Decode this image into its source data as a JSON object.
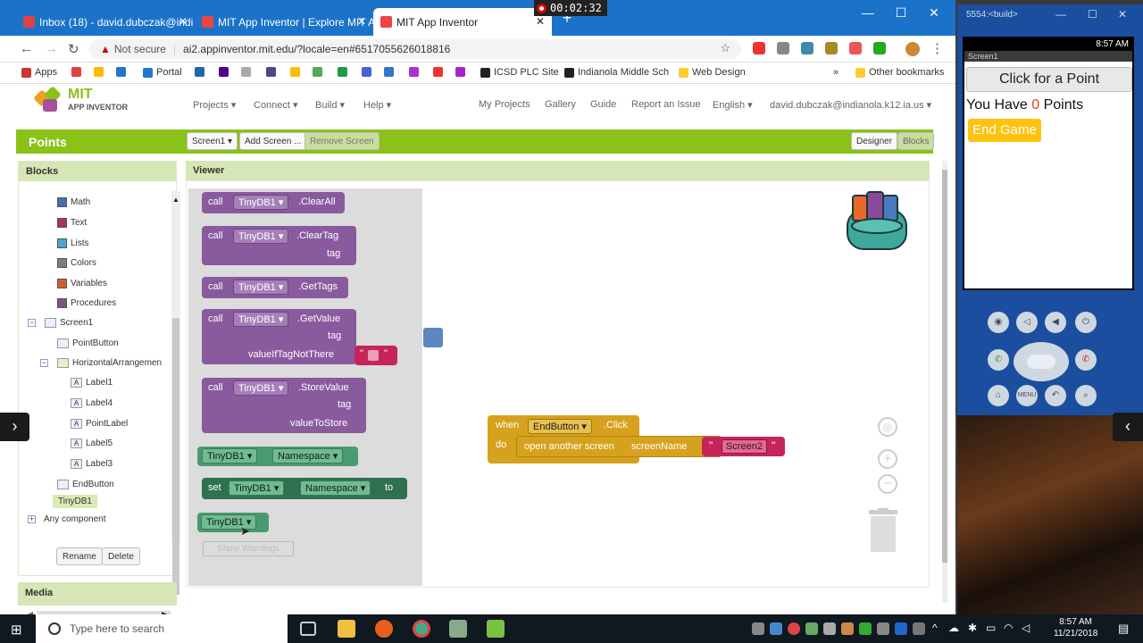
{
  "recorder": {
    "time": "00:02:32"
  },
  "tabs": [
    {
      "label": "Inbox (18) - david.dubczak@indi",
      "color": "#d44"
    },
    {
      "label": "MIT App Inventor | Explore MIT A",
      "color": "#e44"
    },
    {
      "label": "MIT App Inventor",
      "color": "#e44"
    }
  ],
  "address": {
    "warning": "Not secure",
    "url": "ai2.appinventor.mit.edu/?locale=en#6517055626018816"
  },
  "bookmarks": [
    "Apps",
    "Portal",
    "ICSD PLC Site",
    "Indianola Middle Sch",
    "Web Design",
    "Other bookmarks"
  ],
  "logo": {
    "line1": "MIT",
    "line2": "APP INVENTOR"
  },
  "menu": {
    "left": [
      "Projects ▾",
      "Connect ▾",
      "Build ▾",
      "Help ▾"
    ],
    "right": [
      "My Projects",
      "Gallery",
      "Guide",
      "Report an Issue",
      "English ▾",
      "david.dubczak@indianola.k12.ia.us ▾"
    ]
  },
  "project": {
    "name": "Points",
    "screen": "Screen1 ▾",
    "add_screen": "Add Screen ...",
    "remove_screen": "Remove Screen",
    "designer": "Designer",
    "blocks": "Blocks"
  },
  "blocks_panel": {
    "title": "Blocks",
    "builtins": [
      {
        "label": "Math",
        "color": "#3f71b5"
      },
      {
        "label": "Text",
        "color": "#b32d5e"
      },
      {
        "label": "Lists",
        "color": "#49a6d4"
      },
      {
        "label": "Colors",
        "color": "#7d7d7d"
      },
      {
        "label": "Variables",
        "color": "#d05f2d"
      },
      {
        "label": "Procedures",
        "color": "#7c5385"
      }
    ],
    "components": [
      "Screen1",
      "PointButton",
      "HorizontalArrangemen",
      "Label1",
      "Label4",
      "PointLabel",
      "Label5",
      "Label3",
      "EndButton",
      "TinyDB1",
      "Any component"
    ],
    "rename": "Rename",
    "delete": "Delete"
  },
  "media": {
    "title": "Media"
  },
  "viewer": {
    "title": "Viewer"
  },
  "flyout": {
    "call": "call",
    "component": "TinyDB1",
    "clear_all": ".ClearAll",
    "clear_tag": ".ClearTag",
    "get_tags": ".GetTags",
    "get_value": ".GetValue",
    "store_value": ".StoreValue",
    "tag": "tag",
    "value_if_not_there": "valueIfTagNotThere",
    "value_to_store": "valueToStore",
    "namespace": "Namespace",
    "set": "set",
    "to": "to",
    "show_warnings": "Show Warnings"
  },
  "event_block": {
    "when": "when",
    "component": "EndButton",
    "event": ".Click",
    "do": "do",
    "action": "open another screen",
    "param": "screenName",
    "value": "Screen2"
  },
  "emulator": {
    "title": "5554:<build>",
    "status_time": "8:57 AM",
    "app_title": "Screen1",
    "point_button": "Click for a Point",
    "label_prefix": "You Have",
    "points": "0",
    "label_suffix": "Points",
    "end_button": "End Game"
  },
  "taskbar": {
    "search_placeholder": "Type here to search",
    "time": "8:57 AM",
    "date": "11/21/2018"
  }
}
